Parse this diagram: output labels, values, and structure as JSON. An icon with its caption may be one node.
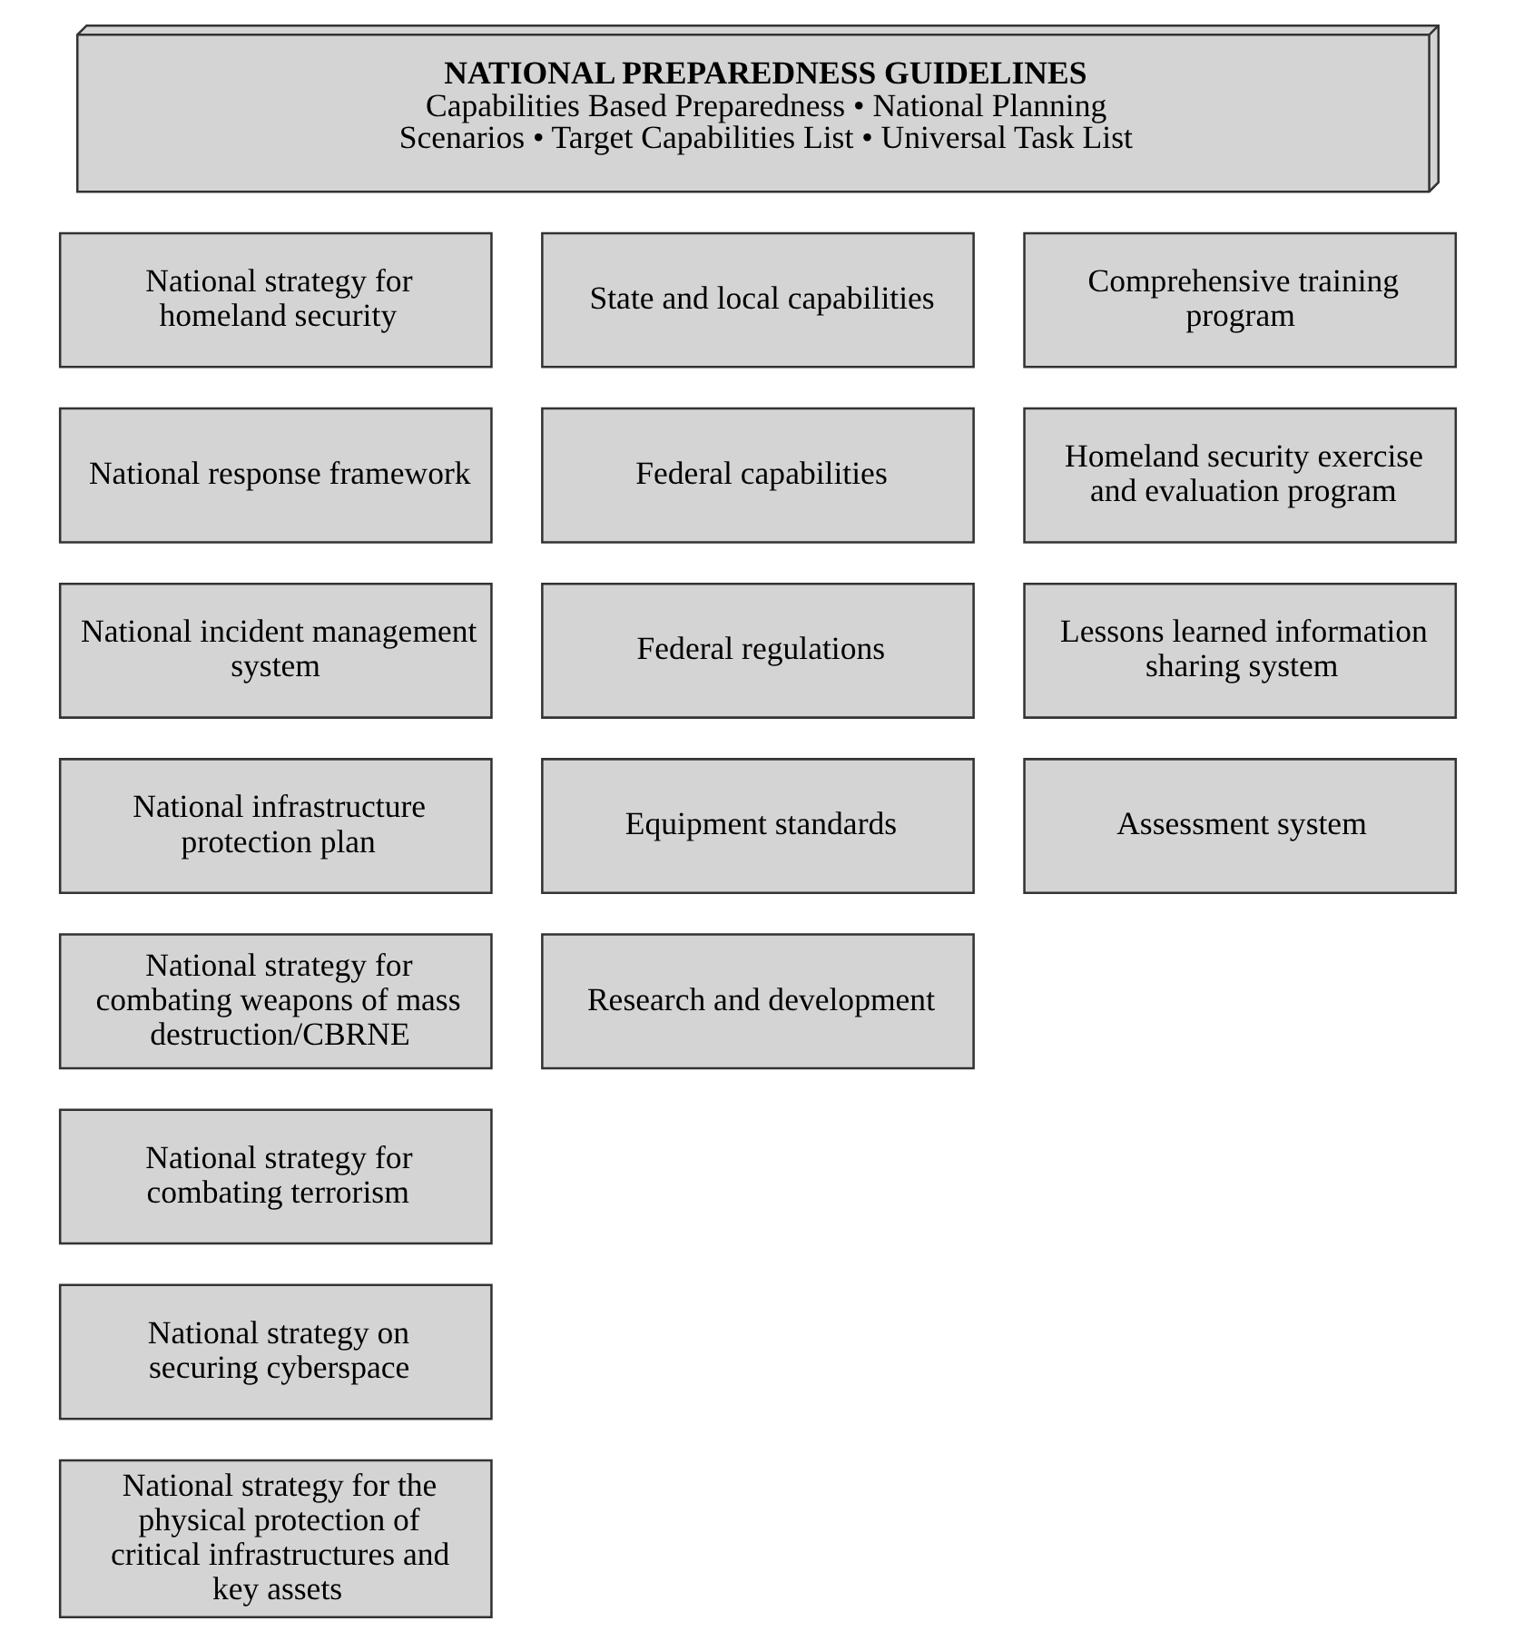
{
  "diagram": {
    "nodes": [
      {
        "text": [
          "NATIONAL PREPAREDNESS GUIDELINES",
          "Capabilities Based Preparedness • National Planning Scenarios • Target Capabilities List • Universal Task List"
        ]
      },
      {
        "text": [
          "National strategy for homeland security"
        ]
      },
      {
        "text": [
          "National response framework"
        ]
      },
      {
        "text": [
          "National incident management system"
        ]
      },
      {
        "text": [
          "National infrastructure protection plan"
        ]
      },
      {
        "text": [
          "National strategy for combating weapons of mass destruction/CBRNE"
        ]
      },
      {
        "text": [
          "National strategy for combating terrorism"
        ]
      },
      {
        "text": [
          "National strategy on securing cyberspace"
        ]
      },
      {
        "text": [
          "National strategy for the physical protection of critical infrastructures and key assets"
        ]
      },
      {
        "text": [
          "State and local capabilities"
        ]
      },
      {
        "text": [
          "Federal capabilities"
        ]
      },
      {
        "text": [
          "Federal regulations"
        ]
      },
      {
        "text": [
          "Equipment standards"
        ]
      },
      {
        "text": [
          "Research and development"
        ]
      },
      {
        "text": [
          "Comprehensive training program"
        ]
      },
      {
        "text": [
          "Homeland security exercise and evaluation program"
        ]
      },
      {
        "text": [
          "Lessons learned information sharing system"
        ]
      },
      {
        "text": [
          "Assessment system"
        ]
      }
    ],
    "edges": []
  }
}
